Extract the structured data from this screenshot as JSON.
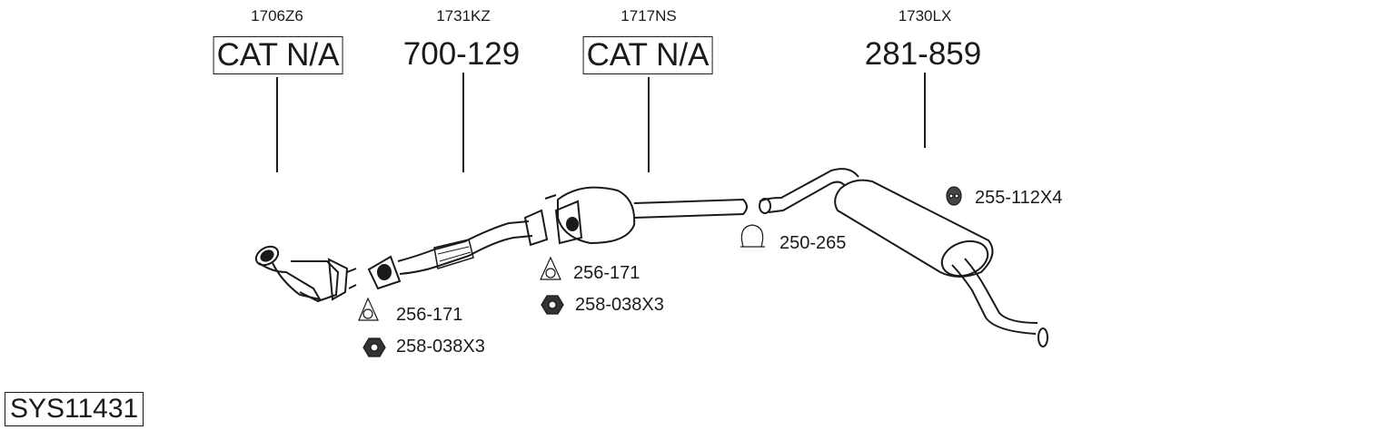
{
  "parts": [
    {
      "code": "1706Z6",
      "label": "CAT N/A",
      "boxed": true
    },
    {
      "code": "1731KZ",
      "label": "700-129",
      "boxed": false
    },
    {
      "code": "1717NS",
      "label": "CAT N/A",
      "boxed": true
    },
    {
      "code": "1730LX",
      "label": "281-859",
      "boxed": false
    }
  ],
  "accessories": [
    {
      "icon": "gasket-icon",
      "label": "256-171"
    },
    {
      "icon": "nut-icon",
      "label": "258-038X3"
    },
    {
      "icon": "gasket-icon",
      "label": "256-171"
    },
    {
      "icon": "nut-icon",
      "label": "258-038X3"
    },
    {
      "icon": "clamp-icon",
      "label": "250-265"
    },
    {
      "icon": "rubber-hanger-icon",
      "label": "255-112X4"
    }
  ],
  "system_id": "SYS11431"
}
